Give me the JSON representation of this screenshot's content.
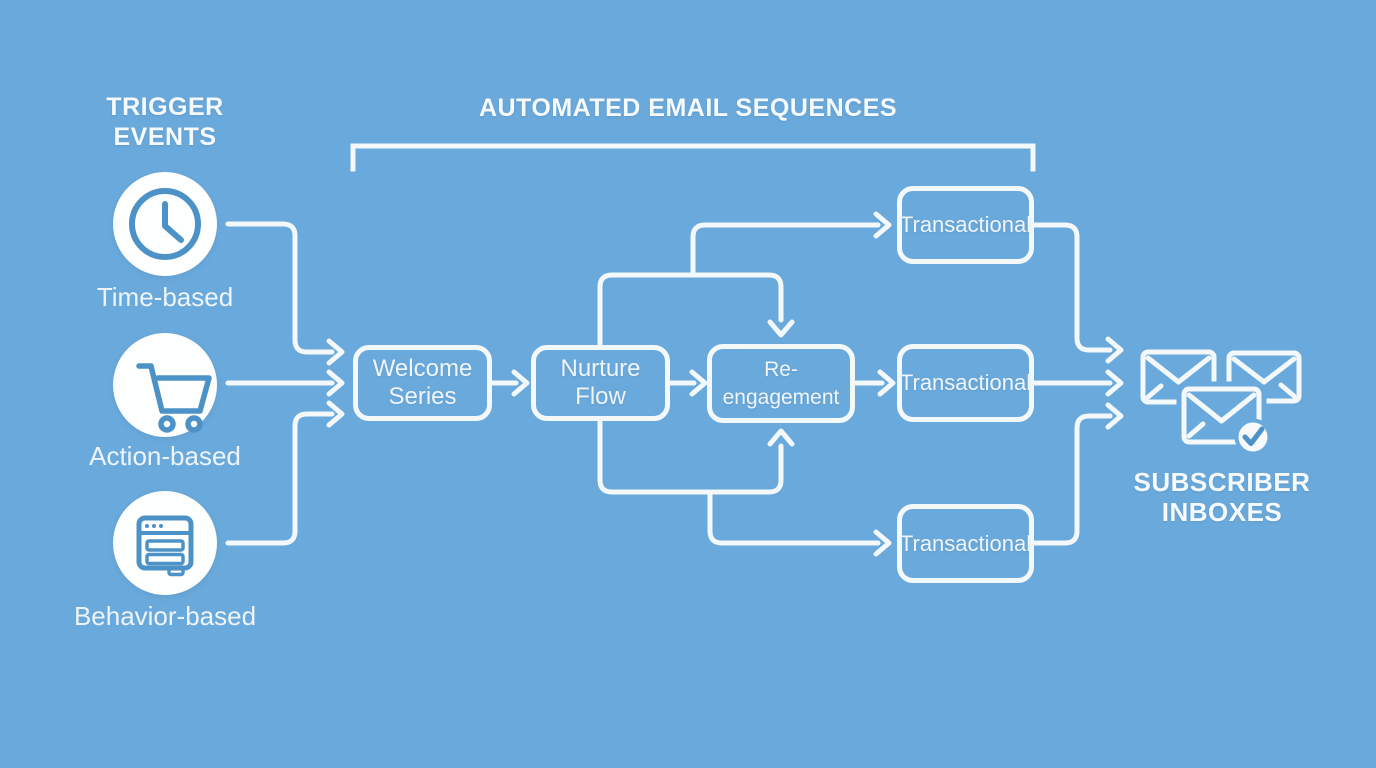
{
  "colors": {
    "background": "#6AA9DB",
    "line_white": "#F3F8FB",
    "glyph_blue": "#4C92C7"
  },
  "trigger_panel": {
    "title_line1": "TRIGGER",
    "title_line2": "EVENTS",
    "items": [
      {
        "icon": "clock-icon",
        "label": "Time-based"
      },
      {
        "icon": "cart-icon",
        "label": "Action-based"
      },
      {
        "icon": "browser-icon",
        "label": "Behavior-based"
      }
    ]
  },
  "sequences": {
    "title": "AUTOMATED EMAIL SEQUENCES",
    "welcome": {
      "line1": "Welcome",
      "line2": "Series"
    },
    "nurture": {
      "line1": "Nurture",
      "line2": "Flow"
    },
    "reengagement": {
      "label": "Re-engagement"
    },
    "transactional_top": {
      "label": "Transactional"
    },
    "transactional_middle": {
      "label": "Transactional"
    },
    "transactional_bottom": {
      "label": "Transactional"
    }
  },
  "output_panel": {
    "title_line1": "SUBSCRIBER",
    "title_line2": "INBOXES"
  }
}
